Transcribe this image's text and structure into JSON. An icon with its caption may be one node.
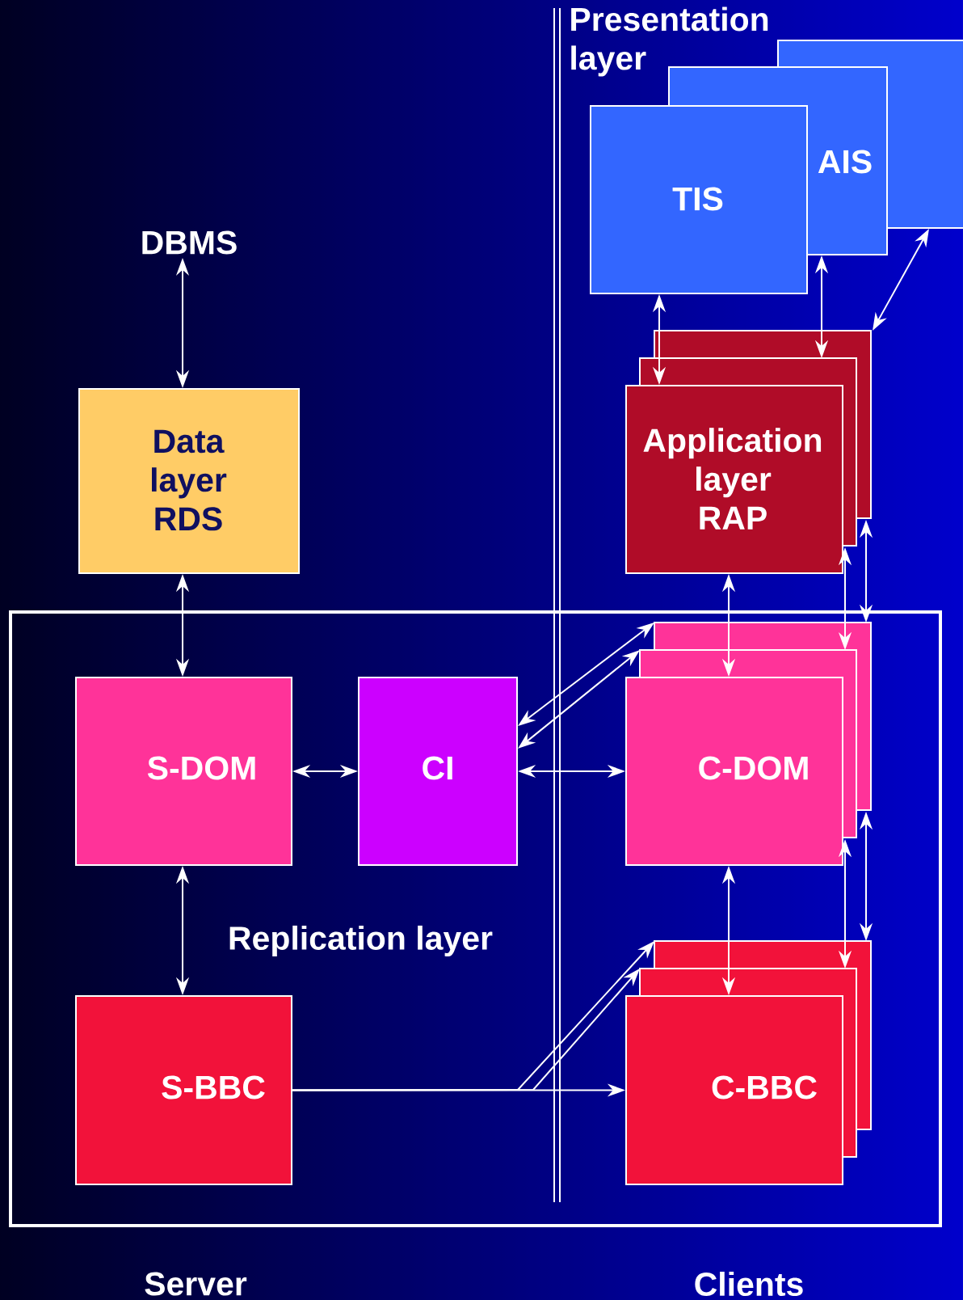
{
  "diagram": {
    "nodes": [
      {
        "text": [],
        "shape": "box"
      },
      {
        "text": [
          "AIS"
        ]
      },
      {
        "text": [
          "TIS"
        ]
      },
      {
        "text": [
          "DBMS"
        ]
      },
      {
        "text": [
          "Data layer RDS"
        ]
      },
      {
        "text": [
          "Application layer RAP"
        ]
      },
      {
        "text": [
          "Replication layer"
        ]
      },
      {
        "text": [
          "S-DOM"
        ],
        "in": 6
      },
      {
        "text": [
          "CI"
        ],
        "in": 6
      },
      {
        "text": [
          "C-DOM"
        ],
        "in": 6
      },
      {
        "text": [
          "S-BBC"
        ],
        "in": 6
      },
      {
        "text": [
          "C-BBC"
        ],
        "in": 6
      }
    ],
    "edges": [
      {
        "from": 3,
        "to": 4,
        "arrow": "both"
      },
      {
        "from": 4,
        "to": 7,
        "arrow": "both"
      },
      {
        "from": 7,
        "to": 8,
        "arrow": "both"
      },
      {
        "from": 7,
        "to": 10,
        "arrow": "both"
      },
      {
        "from": 8,
        "to": 9,
        "arrow": "both"
      },
      {
        "from": 8,
        "to": 9,
        "arrow": "both"
      },
      {
        "from": 8,
        "to": 9,
        "arrow": "both"
      },
      {
        "from": 10,
        "to": 11,
        "arrow": "to"
      },
      {
        "from": 10,
        "to": 11,
        "arrow": "to"
      },
      {
        "from": 10,
        "to": 11,
        "arrow": "to"
      },
      {
        "from": 2,
        "to": 5,
        "arrow": "both"
      },
      {
        "from": 1,
        "to": 5,
        "arrow": "both"
      },
      {
        "from": 0,
        "to": 5,
        "arrow": "both"
      },
      {
        "from": 5,
        "to": 9,
        "arrow": "both"
      },
      {
        "from": 5,
        "to": 9,
        "arrow": "both"
      },
      {
        "from": 5,
        "to": 9,
        "arrow": "both"
      },
      {
        "from": 9,
        "to": 11,
        "arrow": "both"
      },
      {
        "from": 9,
        "to": 11,
        "arrow": "both"
      },
      {
        "from": 9,
        "to": 11,
        "arrow": "both"
      }
    ],
    "labels": [
      "Presentation layer",
      "Server",
      "Clients"
    ]
  }
}
